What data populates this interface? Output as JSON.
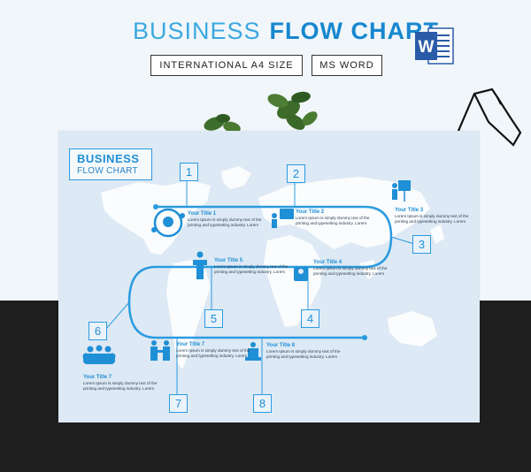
{
  "header": {
    "title_light": "BUSINESS",
    "title_bold": "FLOW CHART",
    "tag_size": "INTERNATIONAL A4 SIZE",
    "tag_format": "MS WORD",
    "word_icon": "ms-word-icon",
    "word_letter": "W"
  },
  "card": {
    "title_line1": "BUSINESS",
    "title_line2": "FLOW CHART"
  },
  "steps": [
    "1",
    "2",
    "3",
    "4",
    "5",
    "6",
    "7",
    "8"
  ],
  "items": [
    {
      "title": "Your Title 1",
      "desc": "Lorem Ipsum is simply dummy text of the printing and typesetting industry. Lorem",
      "icon": "people-circle-icon"
    },
    {
      "title": "Your Title 2",
      "desc": "Lorem Ipsum is simply dummy text of the printing and typesetting industry. Lorem",
      "icon": "presentation-board-icon"
    },
    {
      "title": "Your Title 3",
      "desc": "Lorem Ipsum is simply dummy text of the printing and typesetting industry. Lorem",
      "icon": "presenter-easel-icon"
    },
    {
      "title": "Your Title 4",
      "desc": "Lorem Ipsum is simply dummy text of the printing and typesetting industry. Lorem",
      "icon": "person-monitor-icon"
    },
    {
      "title": "Your Title 5",
      "desc": "Lorem Ipsum is simply dummy text of the printing and typesetting industry. Lorem",
      "icon": "speaker-podium-icon"
    },
    {
      "title": "Your Title 7",
      "desc": "Lorem Ipsum is simply dummy text of the printing and typesetting industry. Lorem",
      "icon": "team-group-icon"
    },
    {
      "title": "Your Title 7",
      "desc": "Lorem Ipsum is simply dummy text of the printing and typesetting industry. Lorem",
      "icon": "handshake-icon"
    },
    {
      "title": "Your Title 8",
      "desc": "Lorem Ipsum is simply dummy text of the printing and typesetting industry. Lorem",
      "icon": "desk-person-icon"
    }
  ],
  "colors": {
    "accent": "#2b9be0",
    "accent_dark": "#1787cf",
    "card_bg": "#dde9f4",
    "dark_band": "#1e1e1e"
  }
}
